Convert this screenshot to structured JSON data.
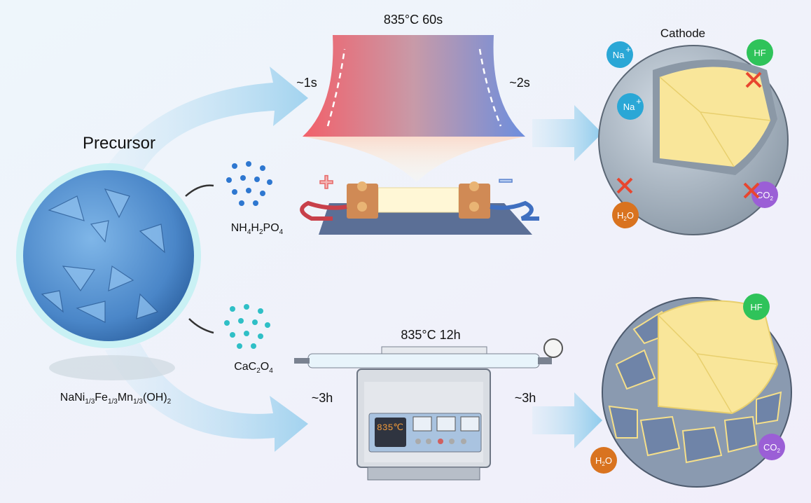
{
  "precursor": {
    "title": "Precursor",
    "formula": [
      "NaNi",
      "1/3",
      "Fe",
      "1/3",
      "Mn",
      "1/3",
      "(OH)",
      "2"
    ]
  },
  "additives": {
    "top": [
      "NH",
      "4",
      "H",
      "2",
      "PO",
      "4"
    ],
    "bottom": [
      "CaC",
      "2",
      "O",
      "4"
    ]
  },
  "top_process": {
    "condition": "835°C   60s",
    "heat_time": "~1s",
    "cool_time": "~2s",
    "plus": "+",
    "minus": "−"
  },
  "bottom_process": {
    "condition": "835°C   12h",
    "heat_time": "~3h",
    "cool_time": "~3h",
    "display": "835℃"
  },
  "cathode": {
    "title": "Cathode",
    "ions": {
      "na": "Na",
      "na_sup": "+",
      "hf": "HF",
      "h2o": [
        "H",
        "2",
        "O"
      ],
      "co2": [
        "CO",
        "2"
      ]
    }
  },
  "colors": {
    "na": "#2aa7d6",
    "hf": "#2fc35a",
    "h2o": "#d9731f",
    "co2": "#9b5fd6",
    "blocked": "#e8462f",
    "core": "#f9e69a"
  }
}
